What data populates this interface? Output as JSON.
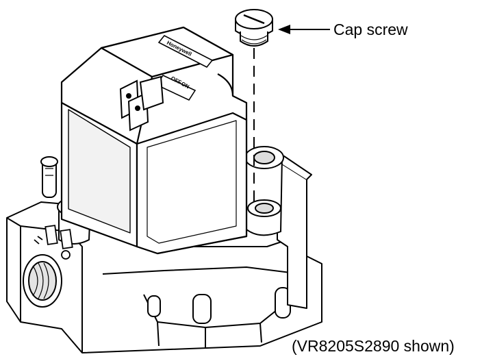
{
  "callouts": [
    {
      "label": "Cap screw"
    }
  ],
  "caption": "(VR8205S2890 shown)",
  "brand_plate_text": "Honeywell",
  "switch": {
    "off_label": "OFF",
    "on_label": "ON"
  },
  "colors": {
    "line": "#000000",
    "fill": "#ffffff",
    "shade": "#cfcfcf"
  }
}
